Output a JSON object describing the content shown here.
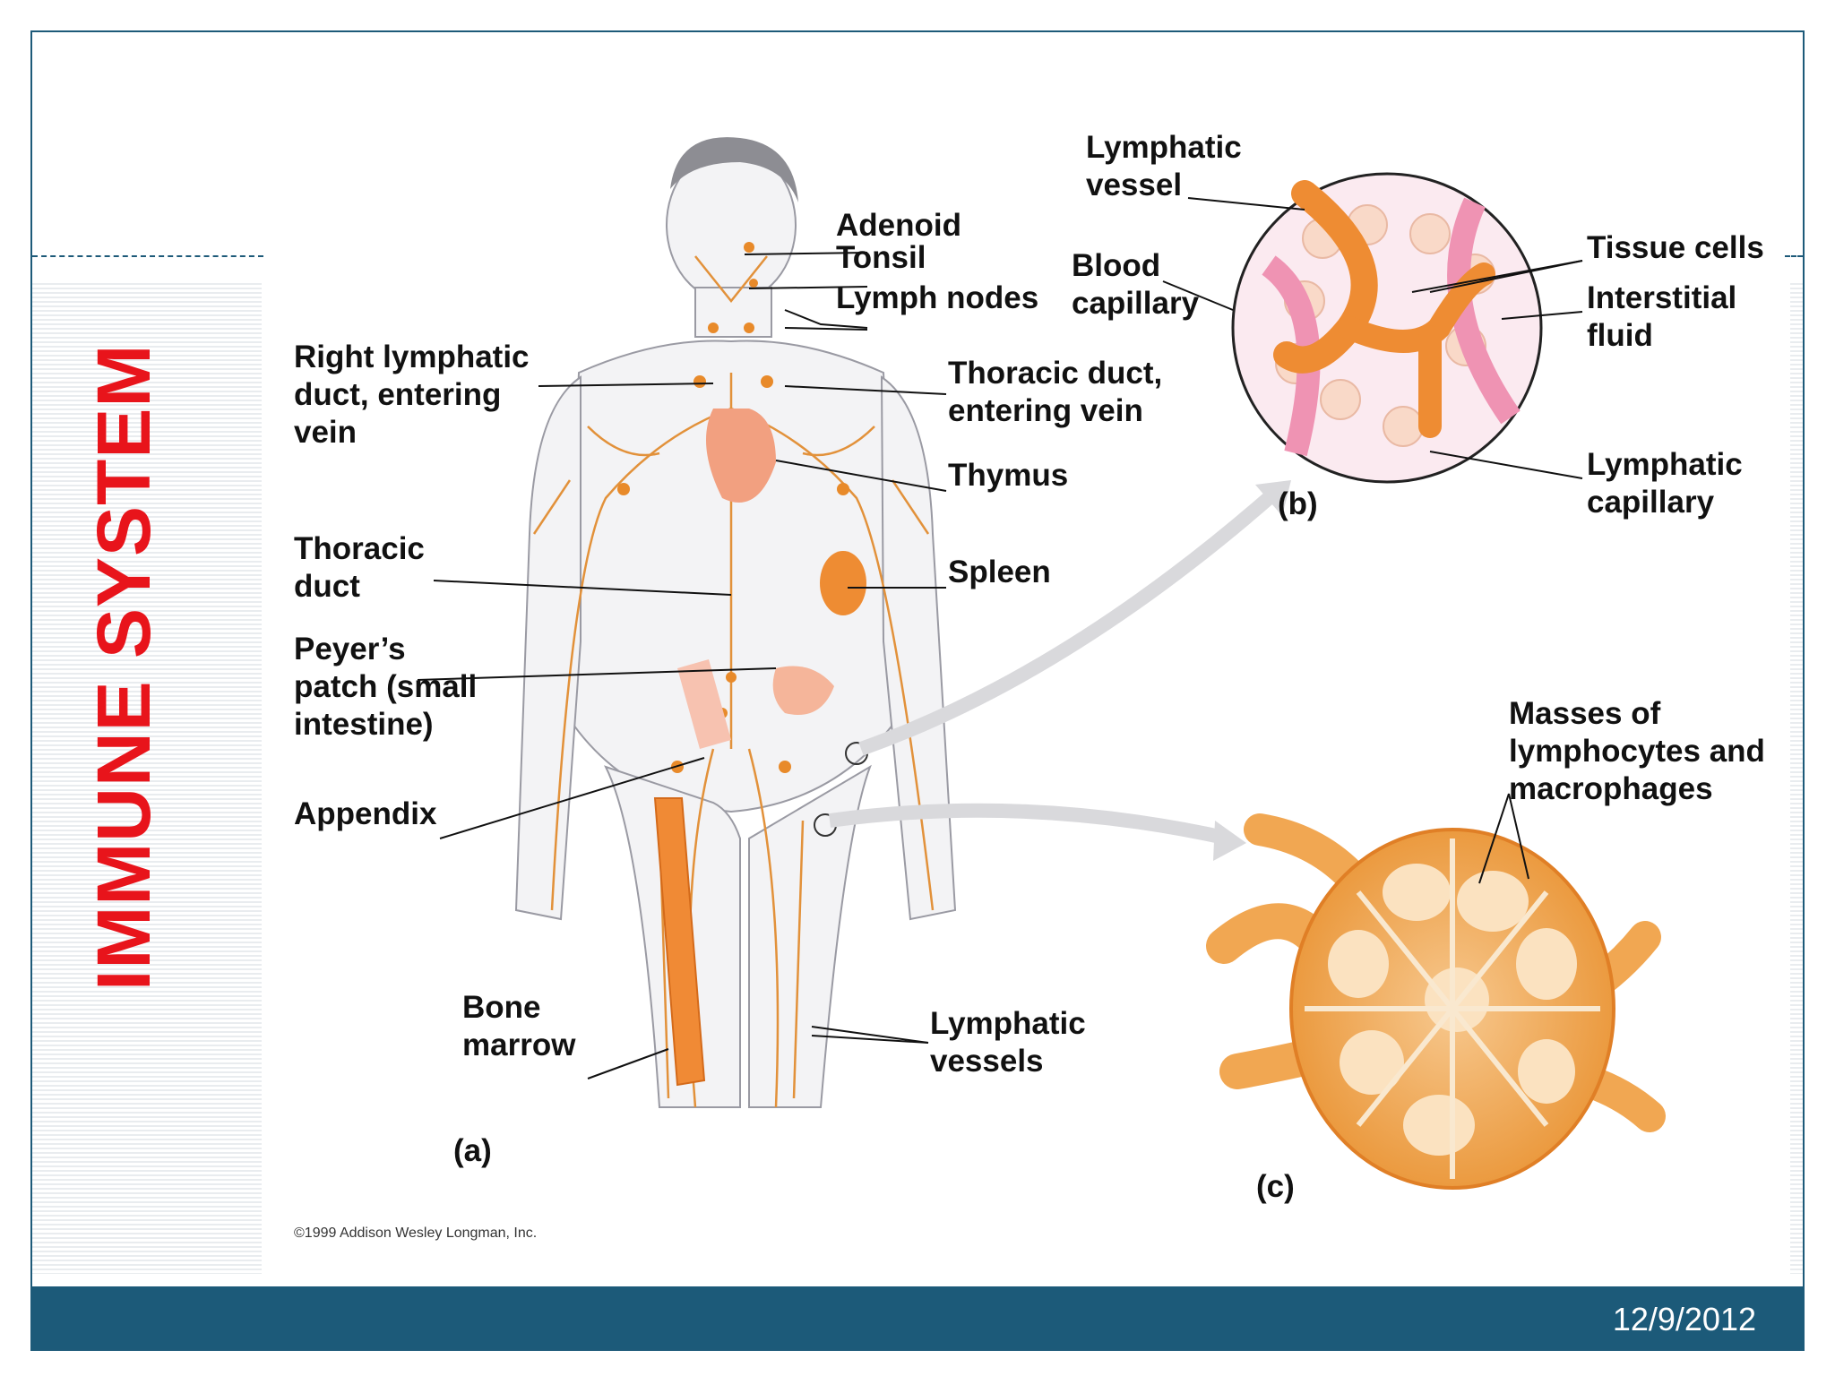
{
  "slide": {
    "title": "IMMUNE SYSTEM",
    "date": "12/9/2012"
  },
  "colors": {
    "title": "#e8141b",
    "footer": "#1c5a79",
    "frame": "#1d5a79",
    "lymph": "#e88a2a",
    "lymph_light": "#f6b86a",
    "tissue_pink": "#f5c6d2"
  },
  "figure": {
    "labels": {
      "adenoid": "Adenoid",
      "tonsil": "Tonsil",
      "lymph_nodes": "Lymph nodes",
      "right_lymphatic_duct": [
        "Right lymphatic",
        "duct, entering",
        "vein"
      ],
      "thoracic_duct_entering": [
        "Thoracic duct,",
        "entering vein"
      ],
      "thymus": "Thymus",
      "thoracic_duct": [
        "Thoracic",
        "duct"
      ],
      "spleen": "Spleen",
      "peyers_patch": [
        "Peyer’s",
        "patch (small",
        "intestine)"
      ],
      "appendix": "Appendix",
      "bone_marrow": [
        "Bone",
        "marrow"
      ],
      "lymphatic_vessels": [
        "Lymphatic",
        "vessels"
      ],
      "lymphatic_vessel": [
        "Lymphatic",
        "vessel"
      ],
      "blood_capillary": [
        "Blood",
        "capillary"
      ],
      "tissue_cells": "Tissue cells",
      "interstitial_fluid": [
        "Interstitial",
        "fluid"
      ],
      "lymphatic_capillary": [
        "Lymphatic",
        "capillary"
      ],
      "masses": [
        "Masses of",
        "lymphocytes and",
        "macrophages"
      ]
    },
    "panel_labels": {
      "a": "(a)",
      "b": "(b)",
      "c": "(c)"
    },
    "copyright": "©1999 Addison Wesley Longman, Inc."
  }
}
